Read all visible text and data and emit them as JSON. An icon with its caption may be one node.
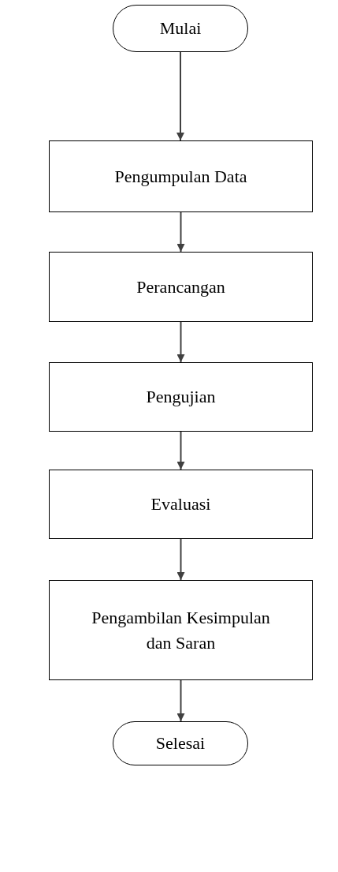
{
  "diagram": {
    "nodes": [
      {
        "text": [
          "Mulai"
        ]
      },
      {
        "text": [
          "Pengumpulan Data"
        ]
      },
      {
        "text": [
          "Perancangan"
        ]
      },
      {
        "text": [
          "Pengujian"
        ]
      },
      {
        "text": [
          "Evaluasi"
        ]
      },
      {
        "text": [
          "Pengambilan Kesimpulan dan Saran"
        ]
      },
      {
        "text": [
          "Selesai"
        ]
      }
    ],
    "edges": [
      {
        "from": 0,
        "to": 1,
        "arrow": "to"
      },
      {
        "from": 1,
        "to": 2,
        "arrow": "to"
      },
      {
        "from": 2,
        "to": 3,
        "arrow": "to"
      },
      {
        "from": 3,
        "to": 4,
        "arrow": "to"
      },
      {
        "from": 4,
        "to": 5,
        "arrow": "to"
      },
      {
        "from": 5,
        "to": 6,
        "arrow": "to"
      }
    ]
  }
}
